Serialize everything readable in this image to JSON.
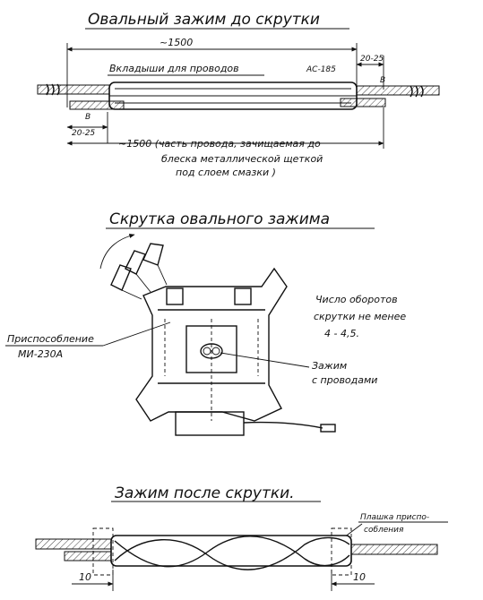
{
  "section1": {
    "title": "Овальный зажим до скрутки",
    "dim_overall": "~1500",
    "dim_right": "20-25",
    "dim_left": "20-25",
    "label_inserts": "Вкладыши для проводов",
    "label_wire": "АС-185",
    "mark_b_right": "В",
    "mark_b_left": "В",
    "note_lines": [
      "~1500 (часть провода, зачищаемая до",
      "блеска металлической щеткой",
      "под слоем смазки )"
    ]
  },
  "section2": {
    "title": "Скрутка овального зажима",
    "device_label": [
      "Приспособление",
      "МИ-230А"
    ],
    "turns_note": [
      "Число оборотов",
      "скрутки не менее",
      "4 - 4,5."
    ],
    "clamp_label": [
      "Зажим",
      "с проводами"
    ]
  },
  "section3": {
    "title": "Зажим после скрутки.",
    "jaw_label": [
      "Плашка приспо-",
      "собления"
    ],
    "dim_left": "10",
    "dim_right": "10"
  }
}
